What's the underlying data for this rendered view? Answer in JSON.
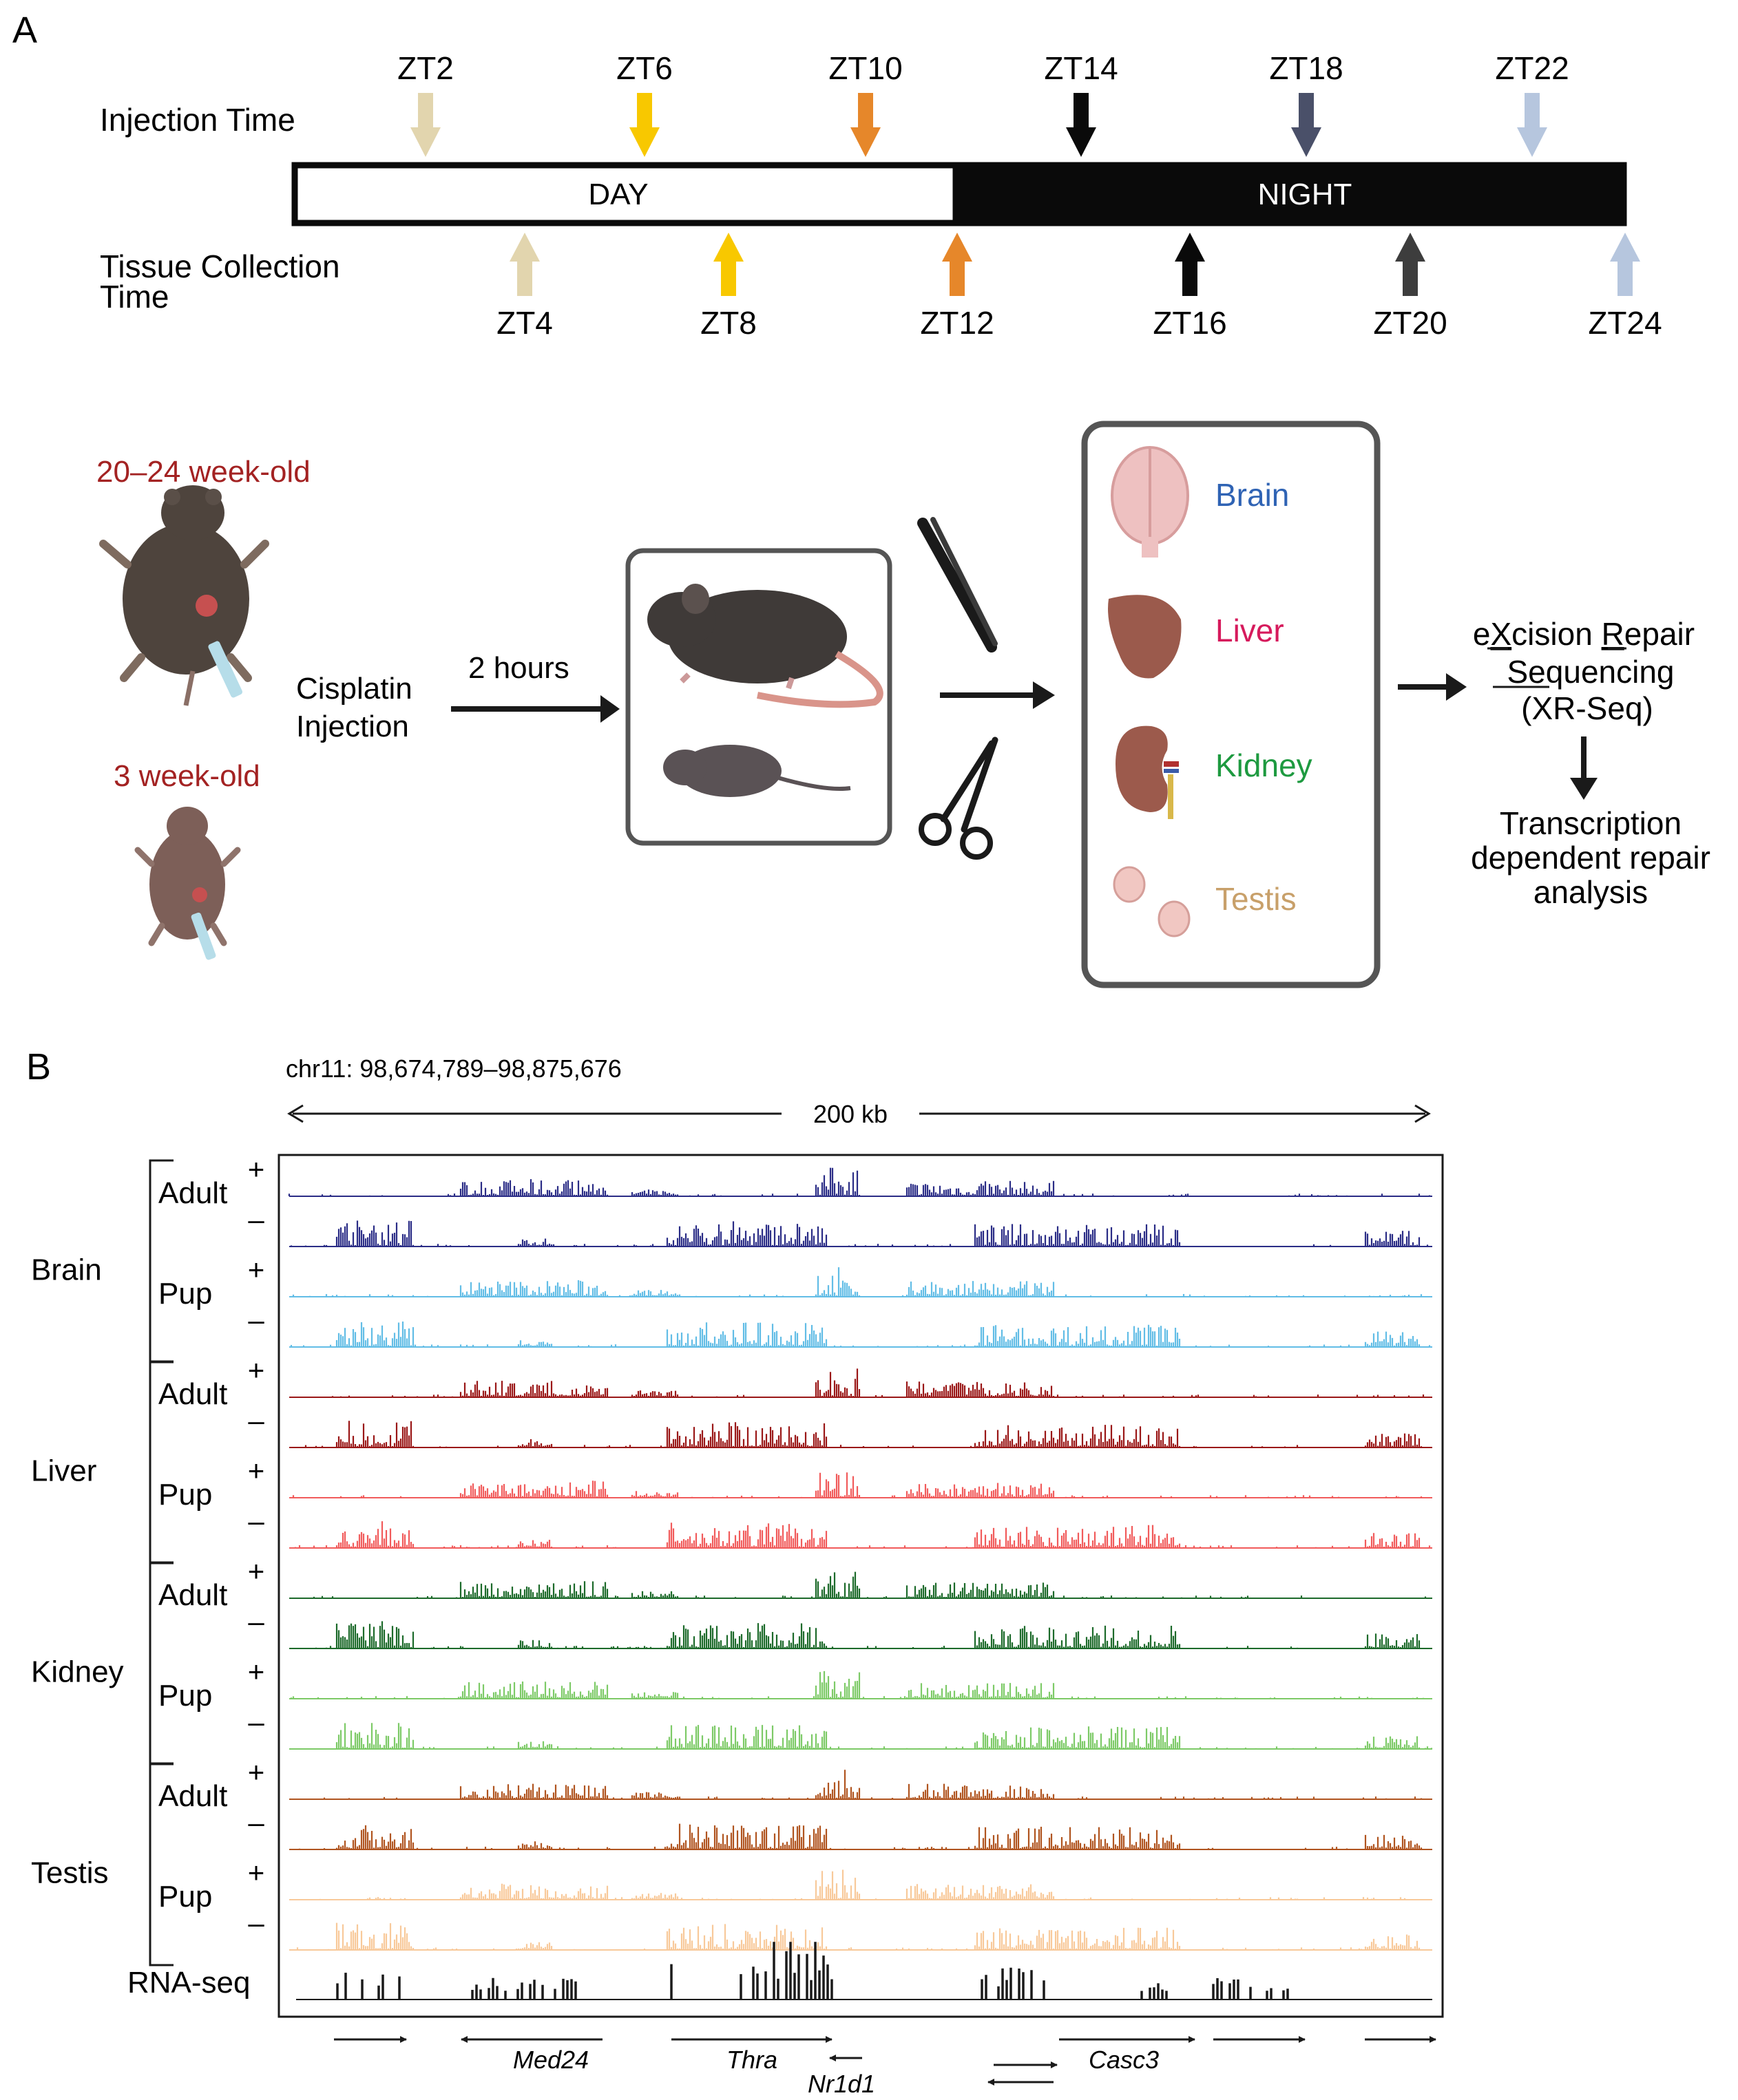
{
  "panel_a": {
    "label": "A",
    "timeline": {
      "injection_label": "Injection Time",
      "collection_label_1": "Tissue Collection",
      "collection_label_2": "Time",
      "day_label": "DAY",
      "night_label": "NIGHT",
      "injections": [
        {
          "label": "ZT2",
          "color": "#E2D5AE"
        },
        {
          "label": "ZT6",
          "color": "#F8C800"
        },
        {
          "label": "ZT10",
          "color": "#E6872A"
        },
        {
          "label": "ZT14",
          "color": "#0A0A0A"
        },
        {
          "label": "ZT18",
          "color": "#4A5069"
        },
        {
          "label": "ZT22",
          "color": "#B6C6DE"
        }
      ],
      "collections": [
        {
          "label": "ZT4",
          "color": "#E2D5AE"
        },
        {
          "label": "ZT8",
          "color": "#F8C800"
        },
        {
          "label": "ZT12",
          "color": "#E6872A"
        },
        {
          "label": "ZT16",
          "color": "#0A0A0A"
        },
        {
          "label": "ZT20",
          "color": "#3D3D3D"
        },
        {
          "label": "ZT24",
          "color": "#B6C6DE"
        }
      ]
    },
    "workflow": {
      "adult_age": "20–24 week-old",
      "pup_age": "3 week-old",
      "injection_1": "Cisplatin",
      "injection_2": "Injection",
      "wait": "2 hours",
      "tissues": [
        {
          "name": "Brain",
          "color": "#2F63B4"
        },
        {
          "name": "Liver",
          "color": "#D61A5C"
        },
        {
          "name": "Kidney",
          "color": "#1E9A40"
        },
        {
          "name": "Testis",
          "color": "#C8A06A"
        }
      ],
      "seq_1a": "e",
      "seq_1b": "X",
      "seq_1c": "cision ",
      "seq_1d": "R",
      "seq_1e": "epair",
      "seq_2a": "Seq",
      "seq_2b": "uencing",
      "seq_3": "(XR-Seq)",
      "analysis_1": "Transcription",
      "analysis_2": "dependent repair",
      "analysis_3": "analysis"
    }
  },
  "panel_b": {
    "label": "B",
    "locus": "chr11: 98,674,789–98,875,676",
    "scale": "200 kb",
    "plus": "+",
    "minus": "–",
    "adult_label": "Adult",
    "pup_label": "Pup",
    "rna_label": "RNA-seq",
    "tissues": [
      {
        "name": "Brain",
        "adult_color": "#2A2C86",
        "pup_color": "#62BDE6"
      },
      {
        "name": "Liver",
        "adult_color": "#9A1717",
        "pup_color": "#F15B5B"
      },
      {
        "name": "Kidney",
        "adult_color": "#1C6A2A",
        "pup_color": "#7DCA67"
      },
      {
        "name": "Testis",
        "adult_color": "#B0541F",
        "pup_color": "#F8C99A"
      }
    ],
    "genes": {
      "med24": "Med24",
      "thra": "Thra",
      "nr1d1": "Nr1d1",
      "casc3": "Casc3"
    }
  }
}
